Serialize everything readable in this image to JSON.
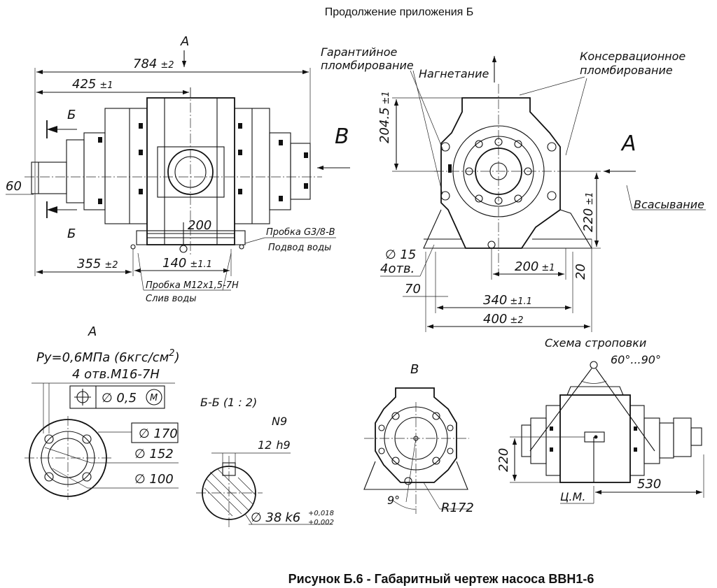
{
  "header": "Продолжение приложения Б",
  "caption": "Рисунок Б.6 - Габаритный чертеж насоса ВВН1-6",
  "front_view": {
    "view_a_letter": "A",
    "overall_len": "784",
    "overall_tol": "±2",
    "half_len": "425",
    "half_tol": "±1",
    "section_b_top": "Б",
    "section_b_bottom": "Б",
    "view_v_letter": "В",
    "shaft_dia": "60",
    "base_len": "200",
    "foot_spacing": "140",
    "foot_tol": "±1.1",
    "left_offset": "355",
    "left_offset_tol": "±2",
    "plug1_line1": "Пробка G3/8-В",
    "plug1_line2": "Подвод воды",
    "plug2_line1": "Пробка М12х1,5-7Н",
    "plug2_line2": "Слив воды"
  },
  "side_view": {
    "guarantee_line1": "Гарантийное",
    "guarantee_line2": "пломбирование",
    "discharge": "Нагнетание",
    "conserv_line1": "Консервационное",
    "conserv_line2": "пломбирование",
    "height_top": "204.5",
    "height_top_tol": "±1",
    "view_a_letter": "A",
    "suction": "Всасывание",
    "axis_height": "220",
    "axis_height_tol": "±1",
    "hole_dia": "15",
    "hole_count": "4отв.",
    "hole_spacing": "200",
    "hole_spacing_tol": "±1",
    "base_thickness": "20",
    "edge_offset": "70",
    "width_inner": "340",
    "width_inner_tol": "±1.1",
    "width_outer": "400",
    "width_outer_tol": "±2"
  },
  "flange_detail": {
    "title": "А",
    "pressure_text": "Ру=0,6МПа (6кгс/см",
    "pressure_sup": "2",
    "pressure_close": ")",
    "holes": "4 отв.М16-7Н",
    "position_tol": "0,5",
    "modifier": "M",
    "dia_outer": "170",
    "dia_bolt": "152",
    "dia_inner": "100"
  },
  "section_detail": {
    "title": "Б-Б  (1 : 2)",
    "fit_label": "N9",
    "key_width": "12",
    "key_fit": "h9",
    "shaft_size": "38",
    "shaft_fit": "k6",
    "tol_upper": "+0,018",
    "tol_lower": "+0,002"
  },
  "view_v_detail": {
    "title": "В",
    "angle": "9°",
    "radius": "R172"
  },
  "rigging": {
    "title": "Схема строповки",
    "angle_range": "60°...90°",
    "height": "220",
    "length": "530",
    "mass_center": "Ц.М."
  }
}
